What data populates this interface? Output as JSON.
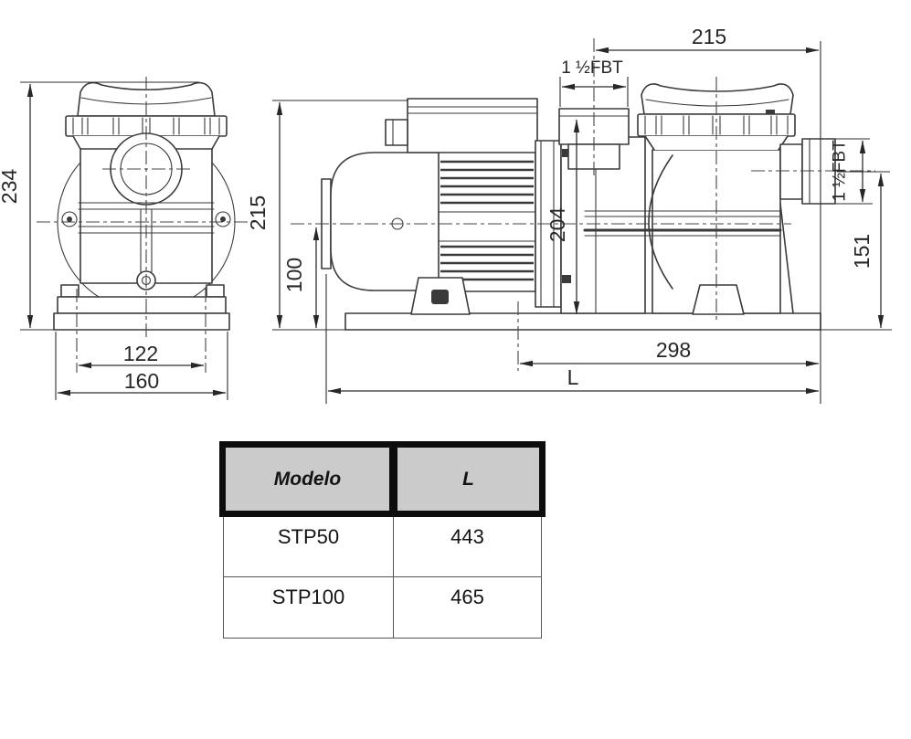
{
  "drawing": {
    "dims": {
      "front_height": "234",
      "front_feet_spacing": "122",
      "front_base_width": "160",
      "side_height": "215",
      "centerline_height": "100",
      "top_length": "215",
      "inlet_thread": "1 ½FBT",
      "inlet_height": "204",
      "outlet_thread": "1 ½FBT",
      "outlet_height": "151",
      "pump_body_length": "298",
      "overall_length_label": "L"
    }
  },
  "table": {
    "headers": [
      "Modelo",
      "L"
    ],
    "rows": [
      {
        "modelo": "STP50",
        "l": "443"
      },
      {
        "modelo": "STP100",
        "l": "465"
      }
    ]
  }
}
